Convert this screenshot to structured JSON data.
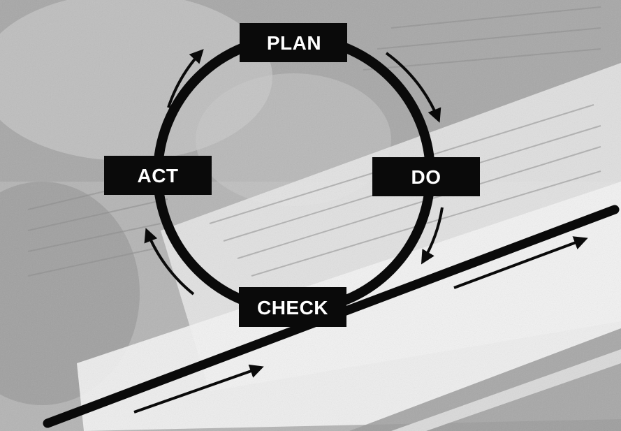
{
  "diagram": {
    "type": "cycle",
    "stages": [
      {
        "id": "plan",
        "label": "PLAN"
      },
      {
        "id": "do",
        "label": "DO"
      },
      {
        "id": "check",
        "label": "CHECK"
      },
      {
        "id": "act",
        "label": "ACT"
      }
    ],
    "cycle_direction": "clockwise",
    "incline_direction": "upward",
    "colors": {
      "ink": "#0a0a0a",
      "label_text": "#ffffff",
      "photo_background": "#b9b9b9"
    }
  }
}
